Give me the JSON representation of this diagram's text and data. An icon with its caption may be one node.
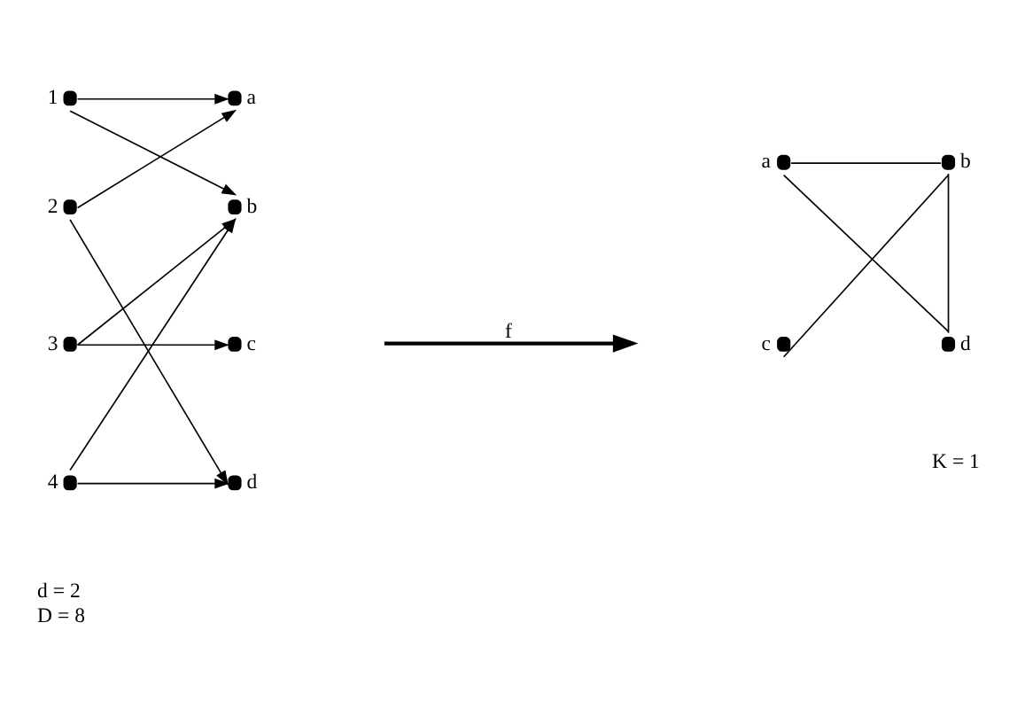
{
  "diagram": {
    "nodes": [
      {
        "text": [],
        "shape": "circle",
        "beside": [
          "1"
        ]
      },
      {
        "text": [],
        "shape": "circle",
        "beside": [
          "a"
        ]
      },
      {
        "text": [],
        "shape": "circle",
        "beside": [
          "2"
        ]
      },
      {
        "text": [],
        "shape": "circle",
        "beside": [
          "b"
        ]
      },
      {
        "text": [],
        "shape": "circle",
        "beside": [
          "3"
        ]
      },
      {
        "text": [],
        "shape": "circle",
        "beside": [
          "c"
        ]
      },
      {
        "text": [],
        "shape": "circle",
        "beside": [
          "4"
        ]
      },
      {
        "text": [],
        "shape": "circle",
        "beside": [
          "d"
        ]
      },
      {
        "text": [],
        "shape": "circle",
        "beside": [
          "a"
        ]
      },
      {
        "text": [],
        "shape": "circle",
        "beside": [
          "b"
        ]
      },
      {
        "text": [],
        "shape": "circle",
        "beside": [
          "c"
        ]
      },
      {
        "text": [],
        "shape": "circle",
        "beside": [
          "d"
        ]
      }
    ],
    "edges": [
      {
        "from": 0,
        "to": 1,
        "arrow": "to"
      },
      {
        "from": 0,
        "to": 3,
        "arrow": "to"
      },
      {
        "from": 2,
        "to": 1,
        "arrow": "to"
      },
      {
        "from": 2,
        "to": 7,
        "arrow": "to"
      },
      {
        "from": 4,
        "to": 3,
        "arrow": "to"
      },
      {
        "from": 4,
        "to": 5,
        "arrow": "to"
      },
      {
        "from": 6,
        "to": 3,
        "arrow": "to"
      },
      {
        "from": 6,
        "to": 7,
        "arrow": "to"
      },
      {
        "from": 8,
        "to": 9,
        "arrow": "none"
      },
      {
        "from": 8,
        "to": 11,
        "arrow": "none"
      },
      {
        "from": 10,
        "to": 9,
        "arrow": "none"
      },
      {
        "from": 9,
        "to": 11,
        "arrow": "none"
      }
    ],
    "labels": [
      "f",
      "K = 1",
      "d = 2",
      "D = 8"
    ]
  }
}
